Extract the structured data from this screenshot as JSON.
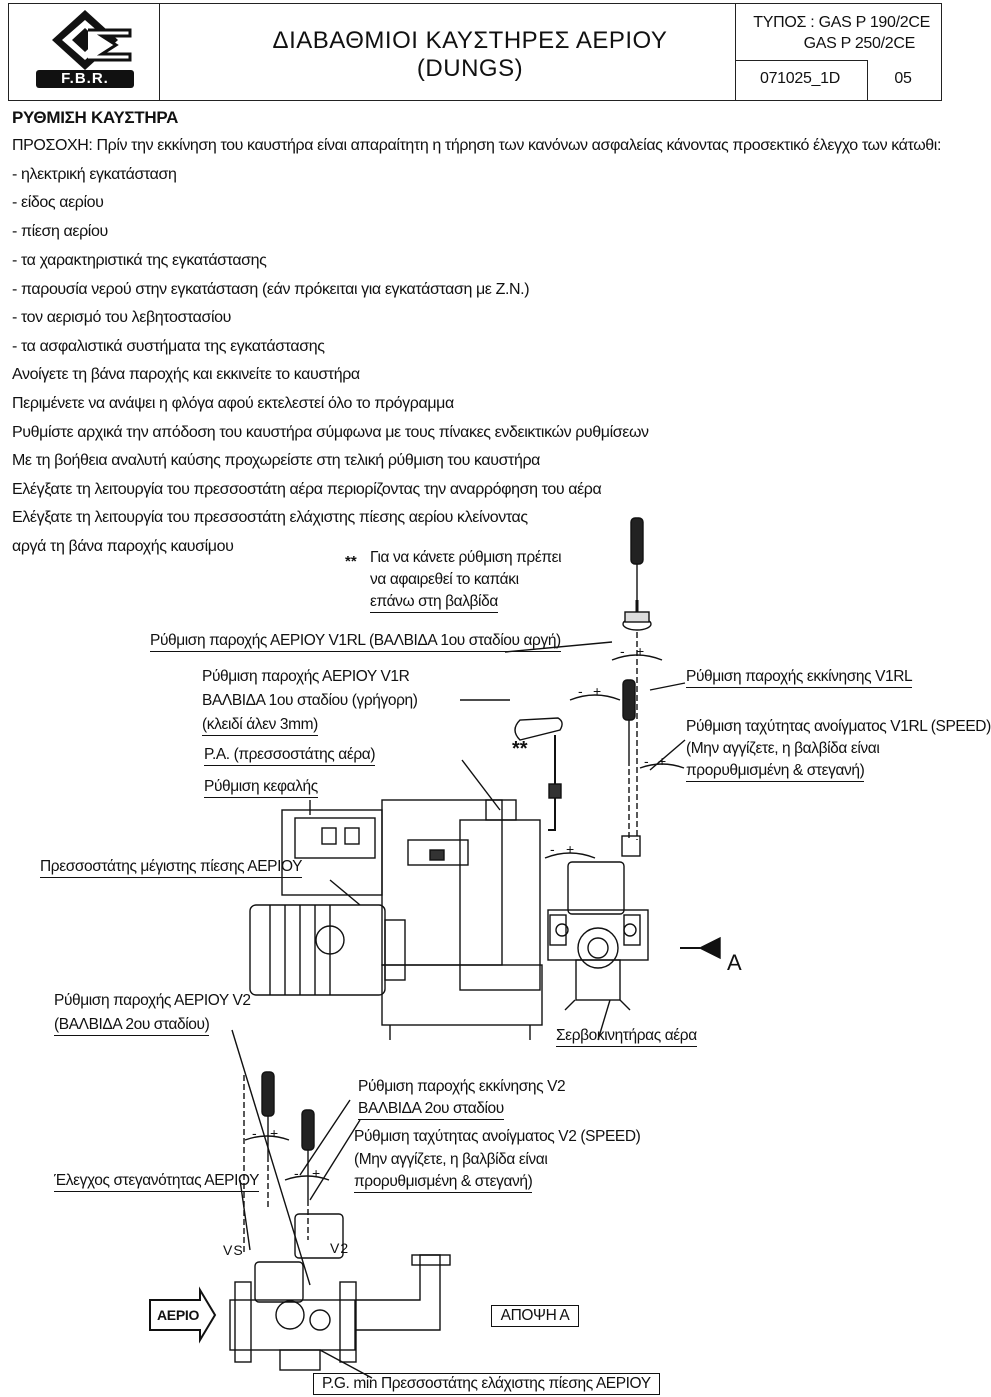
{
  "header": {
    "logo_text": "F.B.R.",
    "title_line1": "ΔΙΑΒΑΘΜΙΟΙ ΚΑΥΣΤΗΡΕΣ ΑΕΡΙΟΥ",
    "title_line2": "(DUNGS)",
    "type_line1": "ΤΥΠΟΣ : GAS P 190/2CE",
    "type_line2": "GAS P 250/2CE",
    "doc_code": "071025_1D",
    "page_no": "05"
  },
  "section_title": "ΡΥΘΜΙΣΗ ΚΑΥΣΤΗΡΑ",
  "intro": "ΠΡΟΣΟΧΗ: Πρίν την εκκίνηση του καυστήρα είναι απαραίτητη η τήρηση των κανόνων ασφαλείας κάνοντας προσεκτικό έλεγχο των κάτωθι:",
  "checklist": [
    "- ηλεκτρική εγκατάσταση",
    "- είδος αερίου",
    "- πίεση αερίου",
    "- τα χαρακτηριστικά της εγκατάστασης",
    "- παρουσία νερού στην εγκατάσταση (εάν πρόκειται για εγκατάσταση με Z.N.)",
    "- τον αερισμό του λεβητοστασίου",
    "- τα ασφαλιστικά συστήματα της εγκατάστασης"
  ],
  "steps": [
    "Ανοίγετε τη βάνα παροχής και εκκινείτε το καυστήρα",
    "Περιμένετε να ανάψει η φλόγα αφού εκτελεστεί όλο το πρόγραμμα",
    "Ρυθμίστε αρχικά την απόδοση του καυστήρα σύμφωνα με τους πίνακες ενδεικτικών ρυθμίσεων",
    "Με τη βοήθεια αναλυτή καύσης προχωρείστε στη τελική ρύθμιση του καυστήρα",
    "Ελέγξατε τη λειτουργία του πρεσσοστάτη αέρα περιορίζοντας την αναρρόφηση του αέρα",
    "Ελέγξατε τη λειτουργία του πρεσσοστάτη ελάχιστης πίεσης αερίου κλείνοντας",
    "αργά τη βάνα παροχής καυσίμου"
  ],
  "labels": {
    "note_marker": "**",
    "note_line1": "Για να κάνετε ρύθμιση πρέπει",
    "note_line2": "να αφαιρεθεί το καπάκι",
    "note_line3": "επάνω στη βαλβίδα",
    "v1rl_flow": "Ρύθμιση παροχής ΑΕΡΙΟΥ V1RL (ΒΑΛΒΙΔΑ 1ου σταδίου αργή)",
    "v1r_line1": "Ρύθμιση παροχής  ΑΕΡΙΟΥ V1R",
    "v1r_line2": "ΒΑΛΒΙΔΑ 1ου  σταδίου (γρήγορη)",
    "v1r_line3": "(κλειδί άλεν 3mm)",
    "pa": "P.A. (πρεσσοστάτης αέρα)",
    "head": "Ρύθμιση κεφαλής",
    "v1rl_start": "Ρύθμιση παροχής εκκίνησης V1RL",
    "v1rl_speed_line1": "Ρύθμιση ταχύτητας ανοίγματος V1RL (SPEED)",
    "v1rl_speed_line2": "(Μην αγγίζετε, η βαλβίδα είναι",
    "v1rl_speed_line3": "προρυθμισμένη & στεγανή)",
    "double_star": "**",
    "max_pressure": "Πρεσσοστάτης μέγιστης πίεσης ΑΕΡΙΟΥ",
    "v2_line1": "Ρύθμιση παροχής  ΑΕΡΙΟΥ V2",
    "v2_line2": "(ΒΑΛΒΙΔΑ 2ου  σταδίου)",
    "servo": "Σερβοκινητήρας αέρα",
    "arrow_a": "A",
    "v2_start_line1": "Ρύθμιση παροχής  εκκίνησης V2",
    "v2_start_line2": "ΒΑΛΒΙΔΑ 2ου  σταδίου",
    "v2_speed_line1": "Ρύθμιση ταχύτητας ανοίγματος V2 (SPEED)",
    "v2_speed_line2": "(Μην αγγίζετε, η βαλβίδα είναι",
    "v2_speed_line3": "προρυθμισμένη & στεγανή)",
    "leak_check": "Έλεγχος στεγανότητας ΑΕΡΙΟΥ",
    "vs": "VS",
    "v2": "V2",
    "gas_arrow": "ΑΕΡΙΟ",
    "view_a": "ΑΠΟΨΗ Α",
    "pg_min": "P.G. min Πρεσσοστάτης ελάχιστης πίεσης ΑΕΡΙΟΥ"
  },
  "adjust_signs": "- +"
}
